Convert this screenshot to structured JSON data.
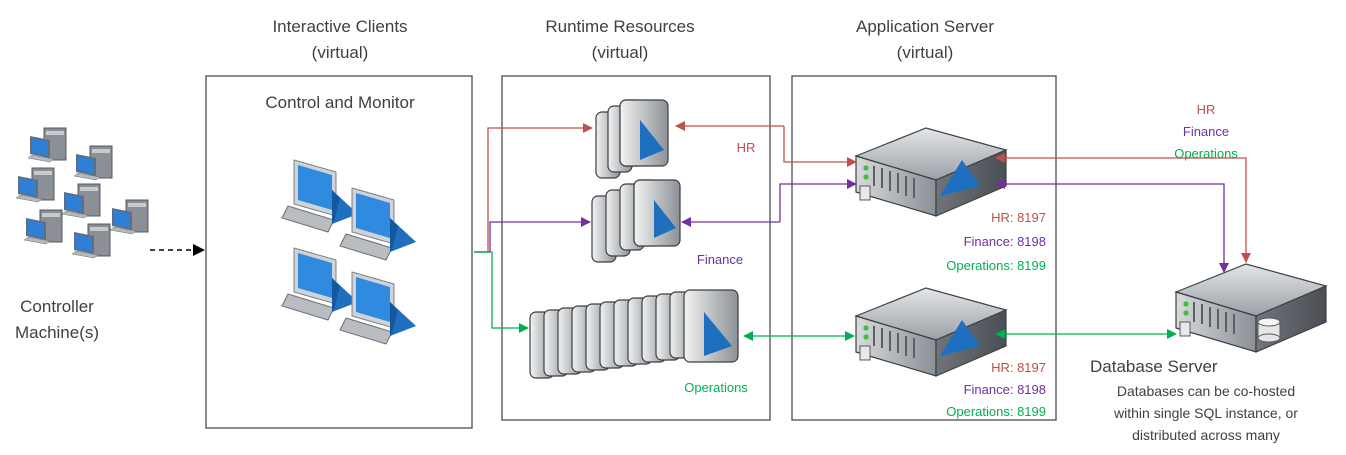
{
  "headers": {
    "clients": [
      "Interactive Clients",
      "(virtual)"
    ],
    "runtime": [
      "Runtime Resources",
      "(virtual)"
    ],
    "appserver": [
      "Application Server",
      "(virtual)"
    ]
  },
  "control_monitor": "Control and Monitor",
  "controller_label": [
    "Controller",
    "Machine(s)"
  ],
  "runtime_labels": {
    "hr": "HR",
    "finance": "Finance",
    "operations": "Operations"
  },
  "db_links_legend": {
    "hr": "HR",
    "finance": "Finance",
    "operations": "Operations"
  },
  "app_server_ports": [
    {
      "hr": "HR: 8197",
      "finance": "Finance: 8198",
      "operations": "Operations: 8199"
    },
    {
      "hr": "HR: 8197",
      "finance": "Finance: 8198",
      "operations": "Operations: 8199"
    }
  ],
  "database": {
    "title": "Database Server",
    "note": [
      "Databases can be co-hosted",
      "within single SQL instance, or",
      "distributed across many"
    ]
  },
  "colors": {
    "hr": "#c0504d",
    "finance": "#7030a0",
    "operations": "#00b050",
    "border": "#404040",
    "screen": "#1f6fbf"
  },
  "icons": [
    "desktop-computer-icon",
    "client-terminal-icon",
    "runtime-resource-icon",
    "server-icon",
    "database-server-icon"
  ]
}
